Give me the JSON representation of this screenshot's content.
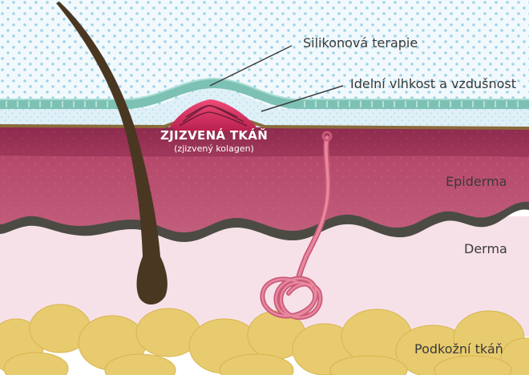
{
  "labels": {
    "silicone_therapy": "Silikonová terapie",
    "moisture": "Idelní vlhkost a vzdušnost",
    "scar_tissue": "ZJIZVENÁ TKÁŇ",
    "scar_tissue_sub": "(zjizvený kolagen)",
    "epidermis": "Epiderma",
    "dermis": "Derma",
    "subcutaneous": "Podkožní tkáň"
  },
  "colors": {
    "air_dots": "#9fd3e8",
    "silicone": "#7cc1b4",
    "moisture_layer": "#dff0f7",
    "surface_line": "#8a6a3a",
    "epidermis": "#b9476b",
    "epidermis_dark": "#8c2a4d",
    "basal_layer": "#4b4b44",
    "dermis": "#f7e1e9",
    "fat": "#e8cb6e",
    "hair": "#4a3722",
    "scar": "#d9305f",
    "gland": "#e0768f",
    "text": "#3a3a3a"
  }
}
